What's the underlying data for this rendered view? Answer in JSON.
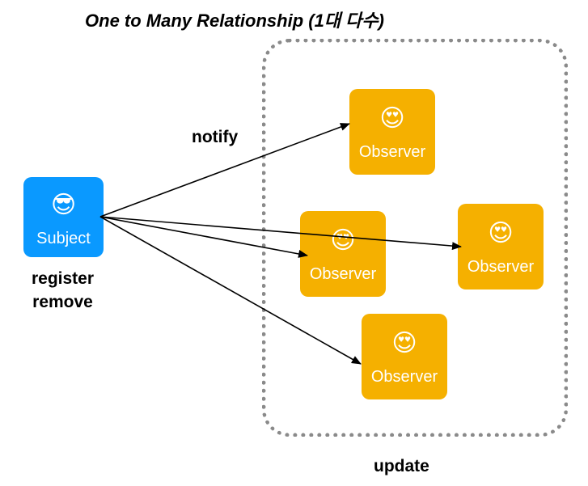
{
  "title": "One to Many Relationship (1대 다수)",
  "subject": {
    "label": "Subject",
    "emoji": "😎",
    "icon": "cool-face-sunglasses-icon",
    "color": "#0a99ff"
  },
  "observers": [
    {
      "label": "Observer",
      "emoji": "😍",
      "icon": "heart-eyes-face-icon"
    },
    {
      "label": "Observer",
      "emoji": "😍",
      "icon": "heart-eyes-face-icon"
    },
    {
      "label": "Observer",
      "emoji": "😍",
      "icon": "heart-eyes-face-icon"
    },
    {
      "label": "Observer",
      "emoji": "😍",
      "icon": "heart-eyes-face-icon"
    }
  ],
  "observer_color": "#f5b000",
  "labels": {
    "notify": "notify",
    "register": "register",
    "remove": "remove",
    "update": "update"
  }
}
